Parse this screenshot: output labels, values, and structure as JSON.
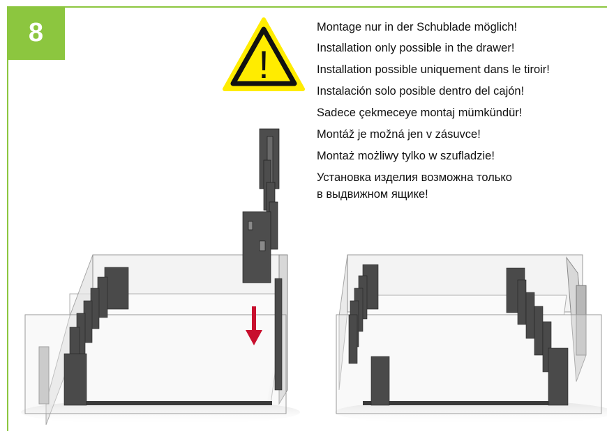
{
  "step": {
    "number": "8"
  },
  "colors": {
    "accent": "#8cc63f",
    "warning_fill": "#ffec00",
    "arrow": "#c8102e"
  },
  "warning": {
    "icon": "warning-triangle-icon",
    "glyph": "!"
  },
  "notes": [
    "Montage nur in der Schublade möglich!",
    "Installation only possible in the drawer!",
    "Installation possible uniquement dans le tiroir!",
    "Instalación solo posible dentro del cajón!",
    "Sadece çekmeceye montaj mümkündür!",
    "Montáž je možná jen v zásuvce!",
    "Montaż możliwy tylko w szufladzie!",
    "Установка изделия возможна только",
    "в выдвижном ящике!"
  ],
  "illustrations": [
    {
      "name": "drawer-insertion-illustration",
      "icon": "down-arrow-icon"
    },
    {
      "name": "drawer-installed-illustration"
    }
  ]
}
